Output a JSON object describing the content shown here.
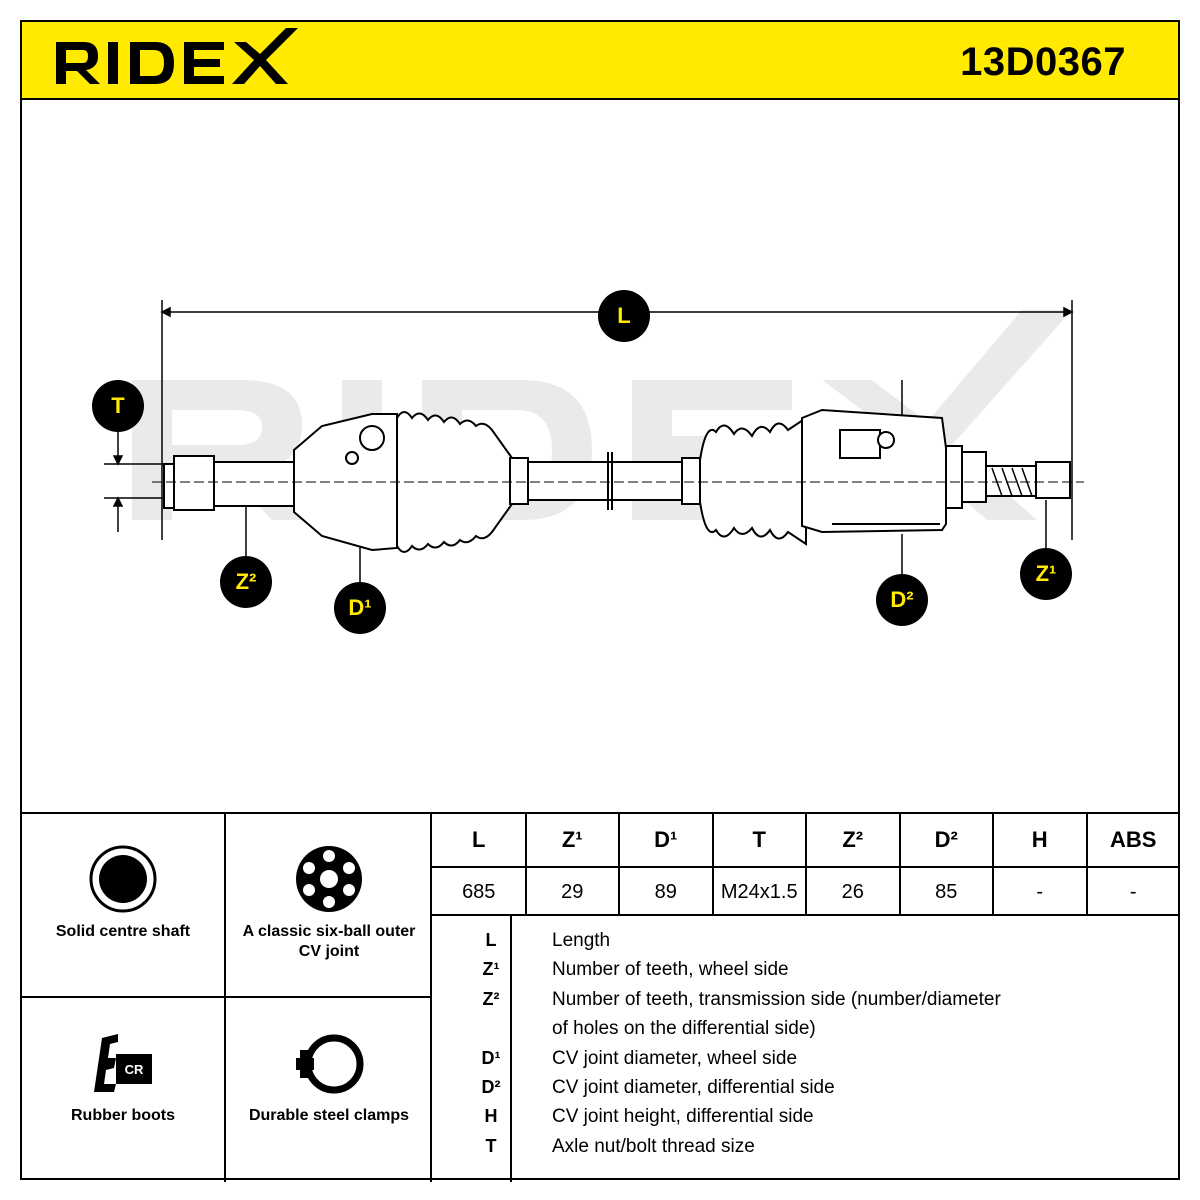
{
  "header": {
    "brand": "RIDEX",
    "part_number": "13D0367",
    "accent_color": "#ffea00"
  },
  "drawing": {
    "watermark": "RIDEX",
    "badges": {
      "L": "L",
      "T": "T",
      "Z2": "Z²",
      "D1": "D¹",
      "D2": "D²",
      "Z1": "Z¹"
    }
  },
  "features": [
    {
      "icon": "solid-shaft-icon",
      "label": "Solid centre shaft"
    },
    {
      "icon": "six-ball-joint-icon",
      "label": "A classic six-ball outer CV joint"
    },
    {
      "icon": "rubber-boot-cr-icon",
      "label": "Rubber boots",
      "icon_text": "CR"
    },
    {
      "icon": "steel-clamp-icon",
      "label": "Durable steel clamps"
    }
  ],
  "specs": {
    "headers": [
      "L",
      "Z¹",
      "D¹",
      "T",
      "Z²",
      "D²",
      "H",
      "ABS"
    ],
    "values": [
      "685",
      "29",
      "89",
      "M24x1.5",
      "26",
      "85",
      "-",
      "-"
    ]
  },
  "legend": [
    {
      "key": "L",
      "desc": "Length"
    },
    {
      "key": "Z¹",
      "desc": "Number of teeth, wheel side"
    },
    {
      "key": "Z²",
      "desc": "Number of teeth, transmission side (number/diameter"
    },
    {
      "key": "",
      "desc": "of holes on the differential side)"
    },
    {
      "key": "D¹",
      "desc": "CV joint diameter, wheel side"
    },
    {
      "key": "D²",
      "desc": "CV joint diameter, differential side"
    },
    {
      "key": "H",
      "desc": "CV joint height, differential side"
    },
    {
      "key": "T",
      "desc": "Axle nut/bolt thread size"
    }
  ]
}
